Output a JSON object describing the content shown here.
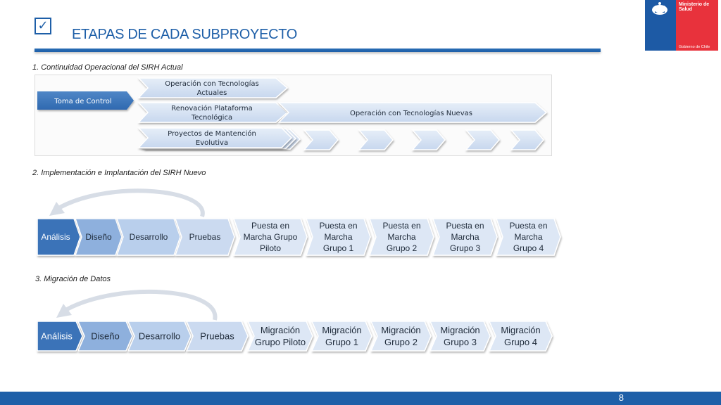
{
  "header": {
    "checkbox_glyph": "✓",
    "title": "ETAPAS DE CADA SUBPROYECTO",
    "accent_color": "#1e5fa8"
  },
  "logo": {
    "line1": "Ministerio de",
    "line2": "Salud",
    "bottom": "Gobierno de Chile"
  },
  "section1": {
    "title": "1. Continuidad Operacional del SIRH Actual",
    "toma_de_control": "Toma de Control",
    "operacion_actual": [
      "Operación con Tecnologías",
      "Actuales"
    ],
    "renovacion": [
      "Renovación Plataforma",
      "Tecnológica"
    ],
    "operacion_nuevas": "Operación con Tecnologías Nuevas",
    "proyectos_mantencion": [
      "Proyectos de Mantención",
      "Evolutiva"
    ]
  },
  "section2": {
    "title": "2. Implementación e Implantación del SIRH Nuevo",
    "steps": [
      {
        "label": [
          "Análisis"
        ]
      },
      {
        "label": [
          "Diseño"
        ]
      },
      {
        "label": [
          "Desarrollo"
        ]
      },
      {
        "label": [
          "Pruebas"
        ]
      },
      {
        "label": [
          "Puesta en",
          "Marcha Grupo",
          "Piloto"
        ]
      },
      {
        "label": [
          "Puesta en",
          "Marcha",
          "Grupo 1"
        ]
      },
      {
        "label": [
          "Puesta en",
          "Marcha",
          "Grupo 2"
        ]
      },
      {
        "label": [
          "Puesta en",
          "Marcha",
          "Grupo 3"
        ]
      },
      {
        "label": [
          "Puesta en",
          "Marcha",
          "Grupo 4"
        ]
      }
    ]
  },
  "section3": {
    "title": "3. Migración de Datos",
    "steps": [
      {
        "label": [
          "Análisis"
        ]
      },
      {
        "label": [
          "Diseño"
        ]
      },
      {
        "label": [
          "Desarrollo"
        ]
      },
      {
        "label": [
          "Pruebas"
        ]
      },
      {
        "label": [
          "Migración",
          "Grupo Piloto"
        ]
      },
      {
        "label": [
          "Migración",
          "Grupo 1"
        ]
      },
      {
        "label": [
          "Migración",
          "Grupo 2"
        ]
      },
      {
        "label": [
          "Migración",
          "Grupo 3"
        ]
      },
      {
        "label": [
          "Migración",
          "Grupo 4"
        ]
      }
    ]
  },
  "footer": {
    "page_number": "8"
  }
}
